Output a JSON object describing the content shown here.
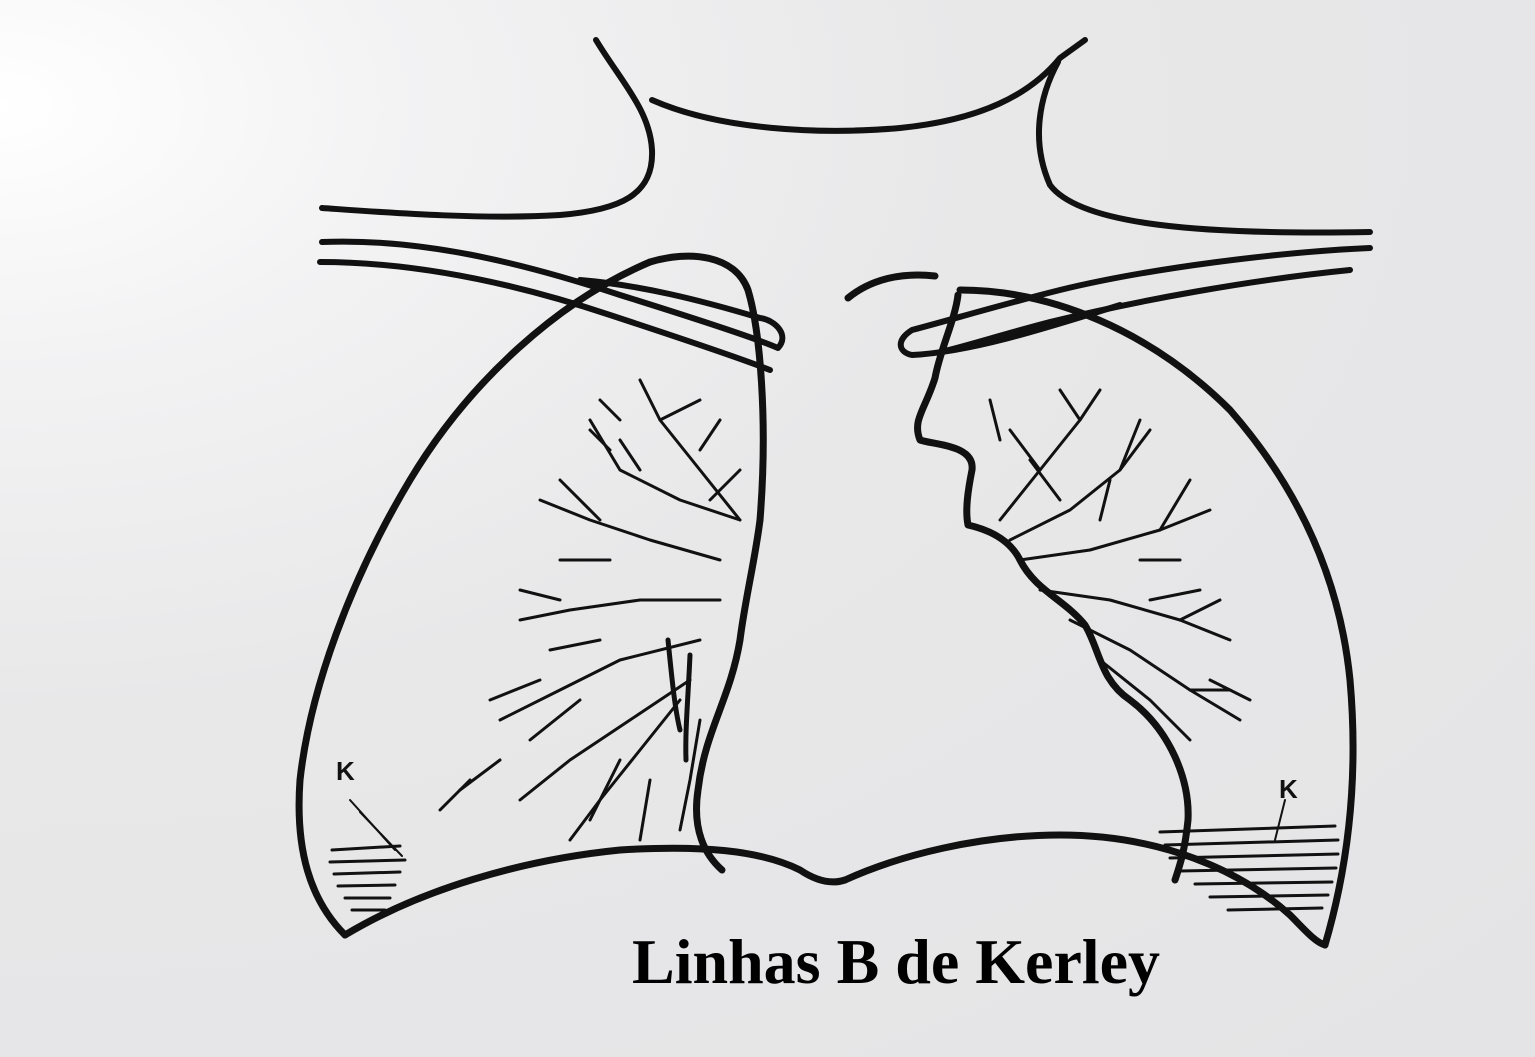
{
  "caption": "Linhas B de Kerley",
  "labels": {
    "kerley_left": "K",
    "kerley_right": "K"
  },
  "colors": {
    "ink": "#111111",
    "background": "#e6e6e8"
  }
}
